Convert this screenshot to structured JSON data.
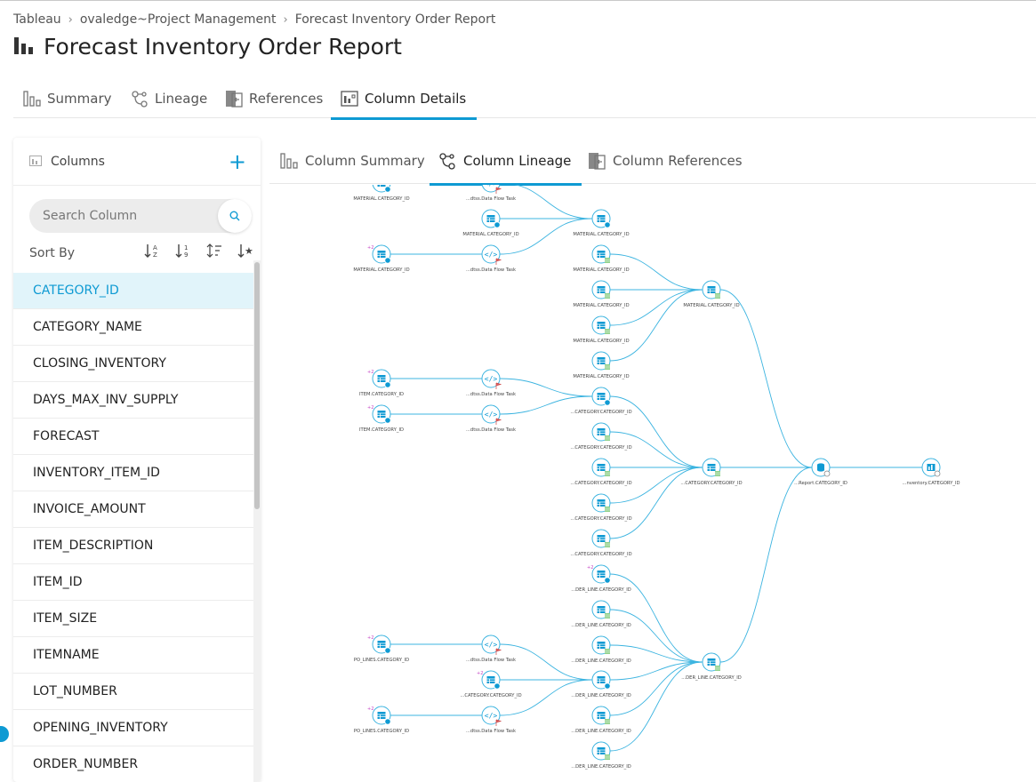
{
  "breadcrumb": {
    "items": [
      "Tableau",
      "ovaledge~Project Management",
      "Forecast Inventory Order Report"
    ]
  },
  "page": {
    "title": "Forecast Inventory Order Report"
  },
  "tabs": [
    {
      "label": "Summary",
      "icon": "bar-chart-icon"
    },
    {
      "label": "Lineage",
      "icon": "lineage-icon"
    },
    {
      "label": "References",
      "icon": "references-icon"
    },
    {
      "label": "Column Details",
      "icon": "column-details-icon",
      "active": true
    }
  ],
  "columns_panel": {
    "title": "Columns",
    "search_placeholder": "Search Column",
    "sort_label": "Sort By",
    "items": [
      "CATEGORY_ID",
      "CATEGORY_NAME",
      "CLOSING_INVENTORY",
      "DAYS_MAX_INV_SUPPLY",
      "FORECAST",
      "INVENTORY_ITEM_ID",
      "INVOICE_AMOUNT",
      "ITEM_DESCRIPTION",
      "ITEM_ID",
      "ITEM_SIZE",
      "ITEMNAME",
      "LOT_NUMBER",
      "OPENING_INVENTORY",
      "ORDER_NUMBER"
    ],
    "selected": "CATEGORY_ID"
  },
  "subtabs": [
    {
      "label": "Column Summary",
      "icon": "bar-chart-icon"
    },
    {
      "label": "Column Lineage",
      "icon": "lineage-icon",
      "active": true
    },
    {
      "label": "Column References",
      "icon": "references-icon"
    }
  ],
  "lineage": {
    "accent": "#0e9ad3",
    "nodes": [
      {
        "id": "a1",
        "label": "MATERIAL.CATEGORY_ID",
        "type": "table"
      },
      {
        "id": "f1",
        "label": "...dtss.Data Flow Task",
        "type": "code"
      },
      {
        "id": "b1",
        "label": "MATERIAL.CATEGORY_ID",
        "type": "table"
      },
      {
        "id": "a2",
        "label": "MATERIAL.CATEGORY_ID",
        "type": "table",
        "badge": "+2"
      },
      {
        "id": "f2",
        "label": "...dtss.Data Flow Task",
        "type": "code"
      },
      {
        "id": "c1",
        "label": "MATERIAL.CATEGORY_ID",
        "type": "table"
      },
      {
        "id": "c2",
        "label": "MATERIAL.CATEGORY_ID",
        "type": "view"
      },
      {
        "id": "c3",
        "label": "MATERIAL.CATEGORY_ID",
        "type": "view"
      },
      {
        "id": "c4",
        "label": "MATERIAL.CATEGORY_ID",
        "type": "view"
      },
      {
        "id": "c5",
        "label": "MATERIAL.CATEGORY_ID",
        "type": "view"
      },
      {
        "id": "c6",
        "label": "MATERIAL.CATEGORY_ID",
        "type": "view"
      },
      {
        "id": "d1",
        "label": "MATERIAL.CATEGORY_ID",
        "type": "view"
      },
      {
        "id": "a3",
        "label": "ITEM.CATEGORY_ID",
        "type": "table",
        "badge": "+2"
      },
      {
        "id": "f3",
        "label": "...dtss.Data Flow Task",
        "type": "code"
      },
      {
        "id": "a4",
        "label": "ITEM.CATEGORY_ID",
        "type": "table",
        "badge": "+2"
      },
      {
        "id": "f4",
        "label": "...dtss.Data Flow Task",
        "type": "code"
      },
      {
        "id": "c7",
        "label": "...CATEGORY.CATEGORY_ID",
        "type": "table"
      },
      {
        "id": "c8",
        "label": "...CATEGORY.CATEGORY_ID",
        "type": "view"
      },
      {
        "id": "c9",
        "label": "...CATEGORY.CATEGORY_ID",
        "type": "view"
      },
      {
        "id": "c10",
        "label": "...CATEGORY.CATEGORY_ID",
        "type": "view"
      },
      {
        "id": "c11",
        "label": "...CATEGORY.CATEGORY_ID",
        "type": "view"
      },
      {
        "id": "d2",
        "label": "...CATEGORY.CATEGORY_ID",
        "type": "view"
      },
      {
        "id": "e1",
        "label": "...Report.CATEGORY_ID",
        "type": "datasource"
      },
      {
        "id": "g1",
        "label": "...nventory.CATEGORY_ID",
        "type": "report"
      },
      {
        "id": "c12",
        "label": "...DER_LINE.CATEGORY_ID",
        "type": "table",
        "badge": "+2"
      },
      {
        "id": "c13",
        "label": "...DER_LINE.CATEGORY_ID",
        "type": "view"
      },
      {
        "id": "c14",
        "label": "...DER_LINE.CATEGORY_ID",
        "type": "view"
      },
      {
        "id": "a5",
        "label": "PO_LINES.CATEGORY_ID",
        "type": "table",
        "badge": "+2"
      },
      {
        "id": "f5",
        "label": "...dtss.Data Flow Task",
        "type": "code"
      },
      {
        "id": "b2",
        "label": "...CATEGORY.CATEGORY_ID",
        "type": "table",
        "badge": "+2"
      },
      {
        "id": "c15",
        "label": "...DER_LINE.CATEGORY_ID",
        "type": "table"
      },
      {
        "id": "d3",
        "label": "...DER_LINE.CATEGORY_ID",
        "type": "view"
      },
      {
        "id": "a6",
        "label": "PO_LINES.CATEGORY_ID",
        "type": "table",
        "badge": "+2"
      },
      {
        "id": "f6",
        "label": "...dtss.Data Flow Task",
        "type": "code"
      },
      {
        "id": "c16",
        "label": "...DER_LINE.CATEGORY_ID",
        "type": "view"
      },
      {
        "id": "c17",
        "label": "...DER_LINE.CATEGORY_ID",
        "type": "view"
      }
    ],
    "edges": [
      [
        "a1",
        "f1"
      ],
      [
        "f1",
        "c1"
      ],
      [
        "b1",
        "c1"
      ],
      [
        "a2",
        "f2"
      ],
      [
        "f2",
        "c1"
      ],
      [
        "c2",
        "d1"
      ],
      [
        "c3",
        "d1"
      ],
      [
        "c4",
        "d1"
      ],
      [
        "c5",
        "d1"
      ],
      [
        "c6",
        "d1"
      ],
      [
        "a3",
        "f3"
      ],
      [
        "f3",
        "c7"
      ],
      [
        "a4",
        "f4"
      ],
      [
        "f4",
        "c7"
      ],
      [
        "c7",
        "d2"
      ],
      [
        "c8",
        "d2"
      ],
      [
        "c9",
        "d2"
      ],
      [
        "c10",
        "d2"
      ],
      [
        "c11",
        "d2"
      ],
      [
        "c12",
        "d3"
      ],
      [
        "c13",
        "d3"
      ],
      [
        "c14",
        "d3"
      ],
      [
        "c15",
        "d3"
      ],
      [
        "c16",
        "d3"
      ],
      [
        "c17",
        "d3"
      ],
      [
        "a5",
        "f5"
      ],
      [
        "f5",
        "c15"
      ],
      [
        "b2",
        "c15"
      ],
      [
        "a6",
        "f6"
      ],
      [
        "f6",
        "c15"
      ],
      [
        "d1",
        "e1"
      ],
      [
        "d2",
        "e1"
      ],
      [
        "d3",
        "e1"
      ],
      [
        "e1",
        "g1"
      ]
    ]
  }
}
